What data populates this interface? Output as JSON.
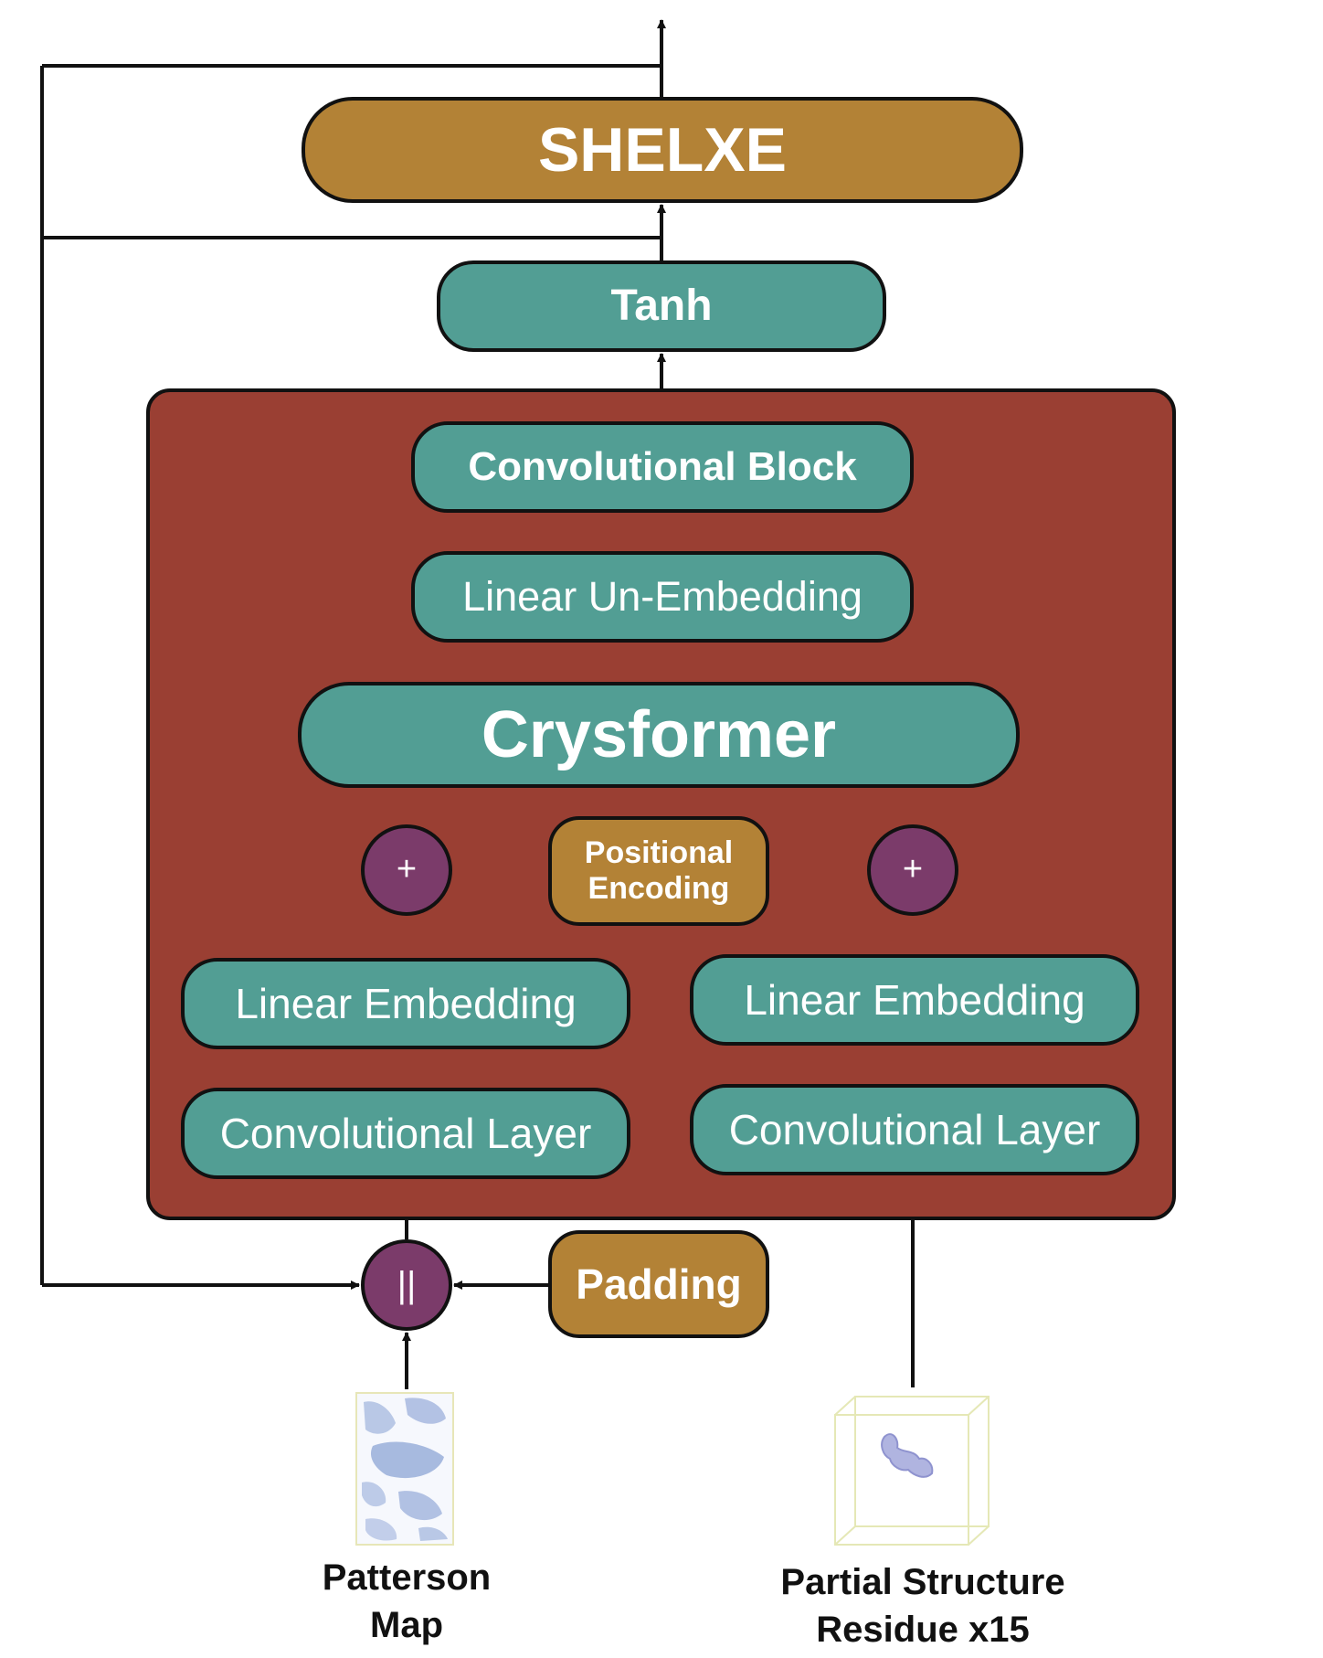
{
  "nodes": {
    "shelxe": "SHELXE",
    "tanh": "Tanh",
    "conv_block": "Convolutional Block",
    "linear_unembedding": "Linear Un-Embedding",
    "crysformer": "Crysformer",
    "positional_encoding_line1": "Positional",
    "positional_encoding_line2": "Encoding",
    "add_left": "+",
    "add_right": "+",
    "linear_embedding_left": "Linear Embedding",
    "linear_embedding_right": "Linear Embedding",
    "conv_layer_left": "Convolutional Layer",
    "conv_layer_right": "Convolutional Layer",
    "concat": "||",
    "padding": "Padding"
  },
  "inputs": {
    "patterson_line1": "Patterson",
    "patterson_line2": "Map",
    "partial_line1": "Partial Structure",
    "partial_line2": "Residue x15"
  },
  "colors": {
    "block": "#529e94",
    "accent": "#b38236",
    "container": "#9a3f33",
    "operator": "#7b3b6a",
    "line": "#111111"
  }
}
